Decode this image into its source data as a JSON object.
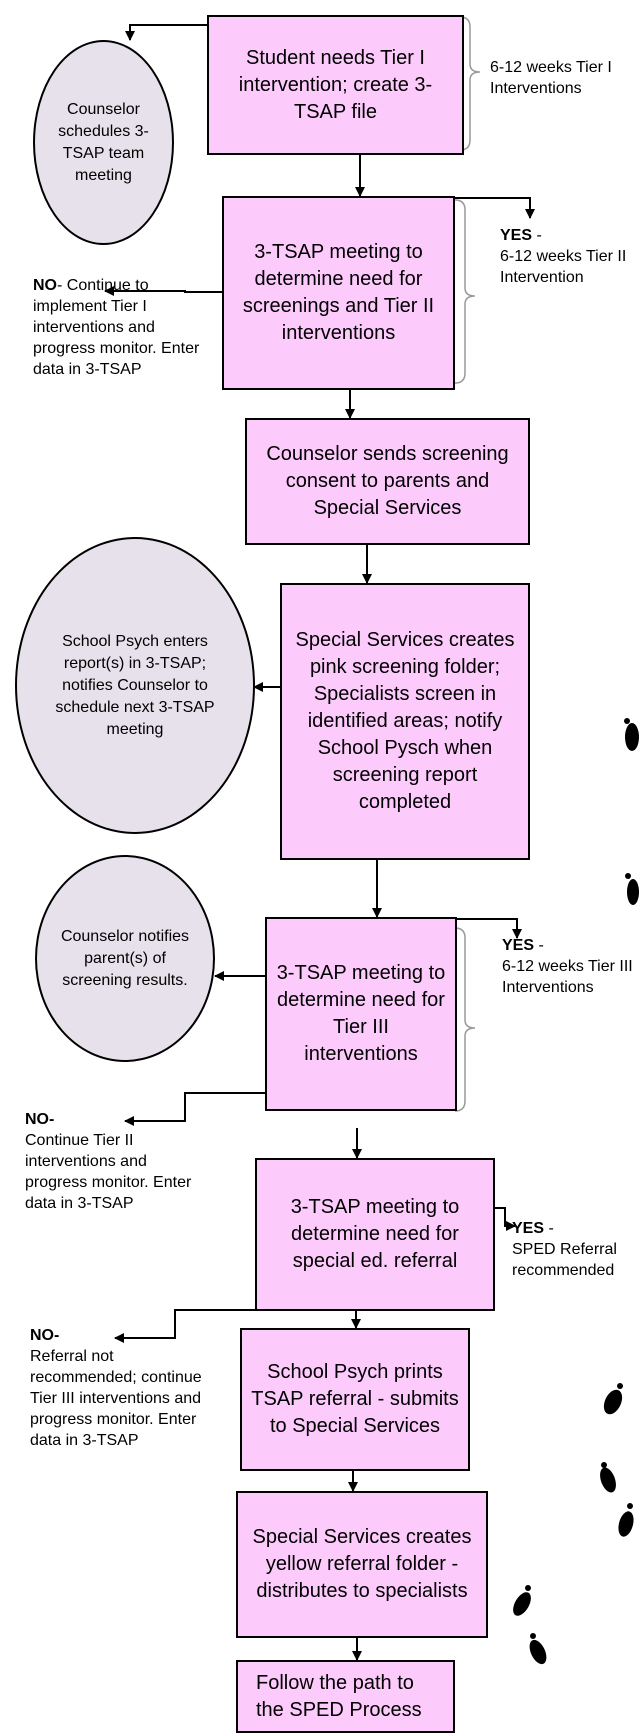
{
  "boxes": {
    "b1": "Student needs Tier I intervention; create 3-TSAP file",
    "b2": "3-TSAP meeting to determine need for screenings and Tier II interventions",
    "b3": "Counselor sends screening consent to parents and Special Services",
    "b4": "Special Services creates pink screening folder; Specialists screen in identified areas; notify School Pysch when screening report completed",
    "b5": "3-TSAP meeting to determine need for Tier III interventions",
    "b6": "3-TSAP meeting to determine need for special ed. referral",
    "b7": "School Psych prints TSAP referral - submits to Special Services",
    "b8": "Special Services creates yellow referral folder - distributes to specialists",
    "b9": "Follow the path to the SPED Process"
  },
  "ovals": {
    "o1": "Counselor schedules 3-TSAP team meeting",
    "o2": "School Psych enters report(s) in 3-TSAP; notifies Counselor to schedule next 3-TSAP meeting",
    "o3": "Counselor notifies parent(s) of screening results."
  },
  "notes": {
    "tier1": "6-12 weeks Tier I Interventions",
    "yes1_label": "YES",
    "yes1_text": "6-12 weeks Tier II Intervention",
    "no1_label": "NO",
    "no1_text": "Continue to implement Tier I interventions and progress monitor. Enter data in 3-TSAP",
    "yes2_label": "YES",
    "yes2_text": "6-12 weeks Tier III Interventions",
    "no2_label": "NO-",
    "no2_text": "Continue Tier II interventions and progress monitor. Enter data in 3-TSAP",
    "yes3_label": "YES",
    "yes3_text": "SPED Referral recommended",
    "no3_label": "NO-",
    "no3_text": "Referral not recommended; continue Tier III interventions and progress monitor. Enter data in 3-TSAP"
  },
  "colors": {
    "box_fill": "#fccbfc",
    "oval_fill": "#e6e1ea",
    "bracket": "#999999",
    "footprint": "#000000"
  },
  "icons": [
    "footprint-icon"
  ]
}
